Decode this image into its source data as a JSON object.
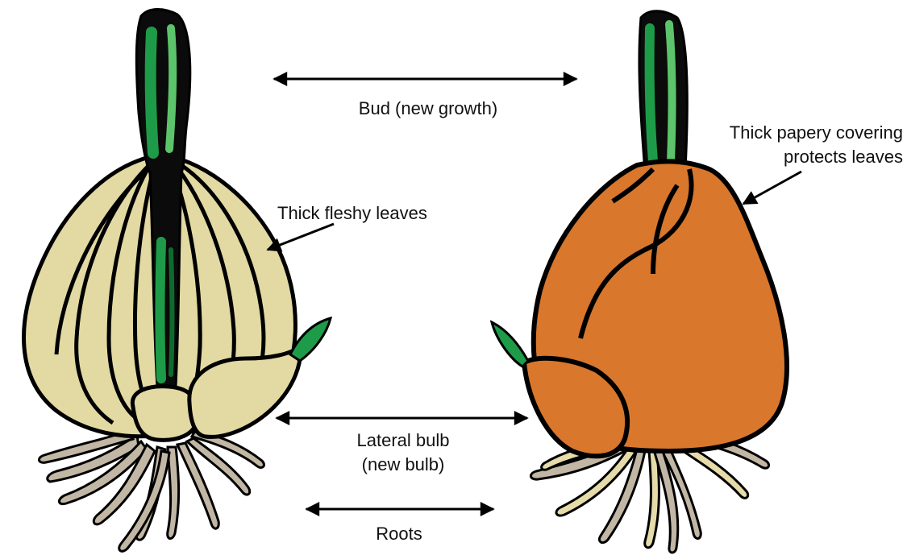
{
  "labels": {
    "bud": "Bud (new growth)",
    "fleshy_leaves": "Thick fleshy leaves",
    "papery_covering_line1": "Thick papery covering",
    "papery_covering_line2": "protects leaves",
    "lateral_bulb_line1": "Lateral bulb",
    "lateral_bulb_line2": "(new bulb)",
    "roots": "Roots"
  },
  "colors": {
    "outline": "#000000",
    "fleshy_leaf": "#e2d9a3",
    "bud_green": "#1e9b48",
    "bud_green_dark": "#0f6a2e",
    "bud_green_light": "#5cc46a",
    "papery_orange": "#d9772c",
    "root_gray": "#c1b7a4",
    "root_cream": "#e5dcaa"
  },
  "icons": [
    "double-arrow-icon",
    "single-arrow-icon"
  ]
}
